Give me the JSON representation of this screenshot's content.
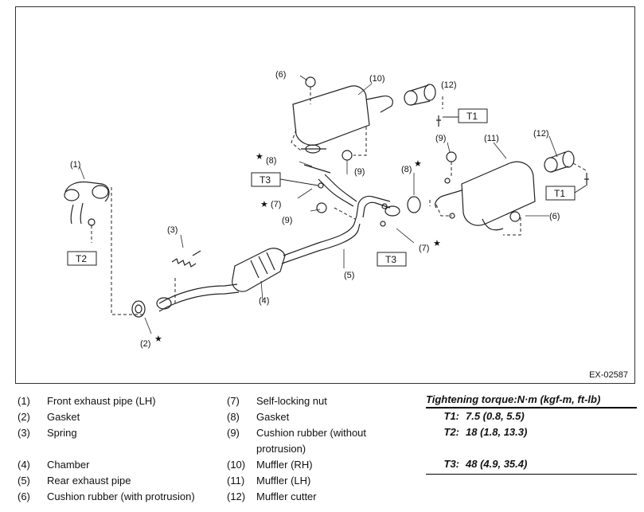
{
  "diagram": {
    "ref_code": "EX-02587",
    "labels": {
      "p1": "(1)",
      "p2": "(2)",
      "p3": "(3)",
      "p4": "(4)",
      "p5": "(5)",
      "p6a": "(6)",
      "p6b": "(6)",
      "p7a": "(7)",
      "p7b": "(7)",
      "p8a": "(8)",
      "p8b": "(8)",
      "p9a": "(9)",
      "p9b": "(9)",
      "p9c": "(9)",
      "p10": "(10)",
      "p11": "(11)",
      "p12a": "(12)",
      "p12b": "(12)",
      "star": "★"
    },
    "torque_boxes": {
      "t1a": "T1",
      "t1b": "T1",
      "t2": "T2",
      "t3a": "T3",
      "t3b": "T3"
    }
  },
  "legend": {
    "col_a": [
      {
        "num": "(1)",
        "name": "Front exhaust pipe (LH)"
      },
      {
        "num": "(2)",
        "name": "Gasket"
      },
      {
        "num": "(3)",
        "name": "Spring"
      },
      {
        "num": "(4)",
        "name": "Chamber"
      },
      {
        "num": "(5)",
        "name": "Rear exhaust pipe"
      },
      {
        "num": "(6)",
        "name": "Cushion rubber (with protrusion)"
      }
    ],
    "col_b": [
      {
        "num": "(7)",
        "name": "Self-locking nut"
      },
      {
        "num": "(8)",
        "name": "Gasket"
      },
      {
        "num": "(9)",
        "name": "Cushion rubber (without protrusion)"
      },
      {
        "num": "(10)",
        "name": "Muffler (RH)"
      },
      {
        "num": "(11)",
        "name": "Muffler (LH)"
      },
      {
        "num": "(12)",
        "name": "Muffler cutter"
      }
    ]
  },
  "torque": {
    "title": "Tightening torque:N·m (kgf-m, ft-lb)",
    "rows": [
      {
        "code": "T1:",
        "value": "7.5 (0.8, 5.5)"
      },
      {
        "code": "T2:",
        "value": "18 (1.8, 13.3)"
      },
      {
        "code": "T3:",
        "value": "48 (4.9, 35.4)"
      }
    ]
  }
}
